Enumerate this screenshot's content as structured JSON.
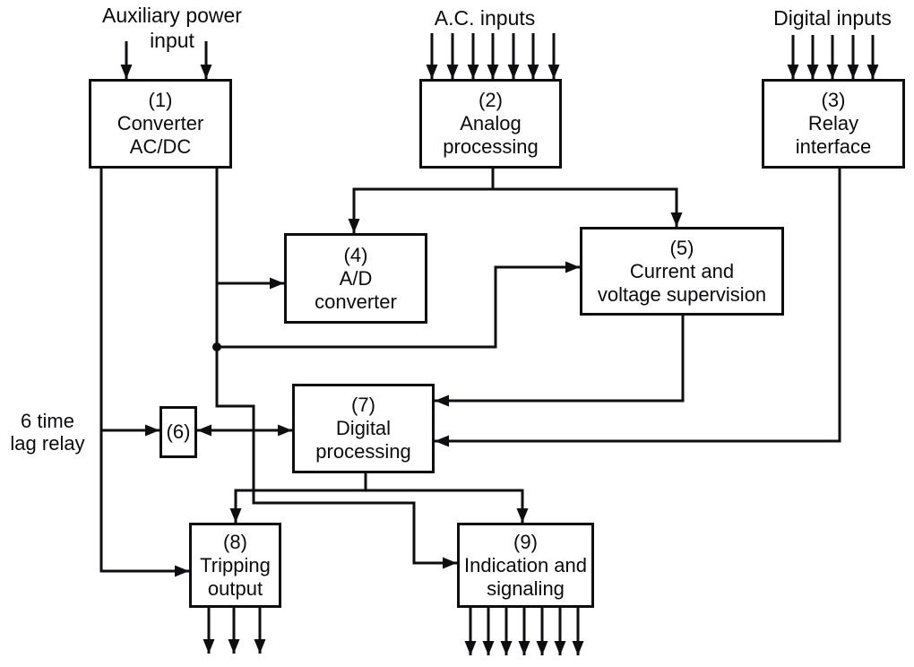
{
  "labels": {
    "auxiliary_input": "Auxiliary power\ninput",
    "ac_inputs": "A.C. inputs",
    "digital_inputs": "Digital inputs",
    "time_lag_relay": "6 time\nlag relay"
  },
  "blocks": [
    {
      "number": "(1)",
      "name": "Converter\nAC/DC"
    },
    {
      "number": "(2)",
      "name": "Analog\nprocessing"
    },
    {
      "number": "(3)",
      "name": "Relay\ninterface"
    },
    {
      "number": "(4)",
      "name": "A/D\nconverter"
    },
    {
      "number": "(5)",
      "name": "Current and\nvoltage supervision"
    },
    {
      "number": "(6)",
      "name": ""
    },
    {
      "number": "(7)",
      "name": "Digital\nprocessing"
    },
    {
      "number": "(8)",
      "name": "Tripping\noutput"
    },
    {
      "number": "(9)",
      "name": "Indication and\nsignaling"
    }
  ],
  "colors": {
    "line": "#0e0e12",
    "background": "#ffffff",
    "text": "#0b0b0f"
  }
}
